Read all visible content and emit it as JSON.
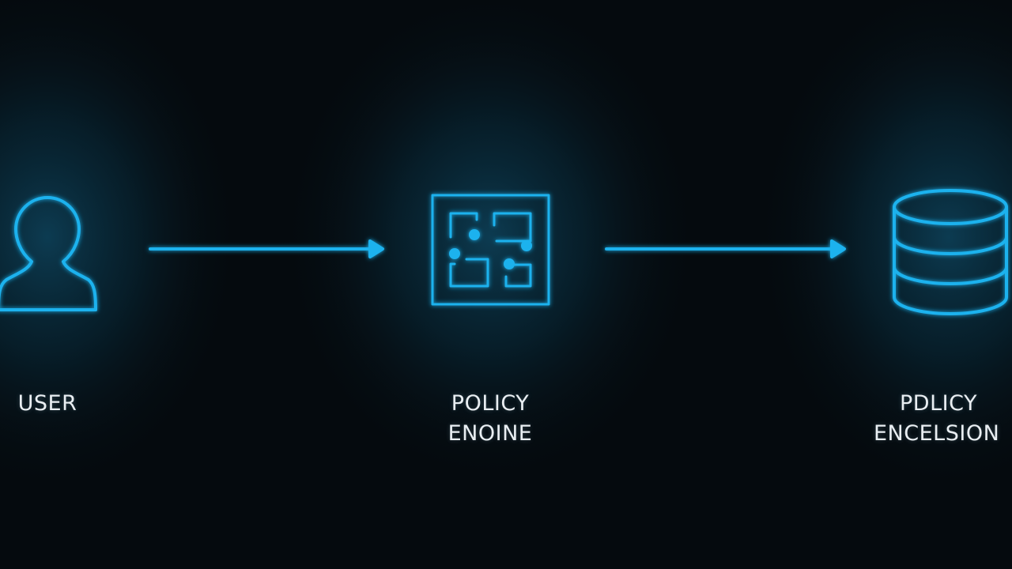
{
  "theme": {
    "background": "#050a0e",
    "glow": "#0b3548",
    "line": "#1fb2ee",
    "text": "#e9eef2"
  },
  "nodes": [
    {
      "id": "user",
      "icon": "user-icon",
      "label_lines": [
        "USER"
      ]
    },
    {
      "id": "policy-engine",
      "icon": "policy-engine-icon",
      "label_lines": [
        "POLICY",
        "ENOINE"
      ]
    },
    {
      "id": "policy-store",
      "icon": "database-icon",
      "label_lines": [
        "PDLICY",
        "ENCELSION"
      ]
    }
  ],
  "edges": [
    {
      "from": "user",
      "to": "policy-engine"
    },
    {
      "from": "policy-engine",
      "to": "policy-store"
    }
  ]
}
